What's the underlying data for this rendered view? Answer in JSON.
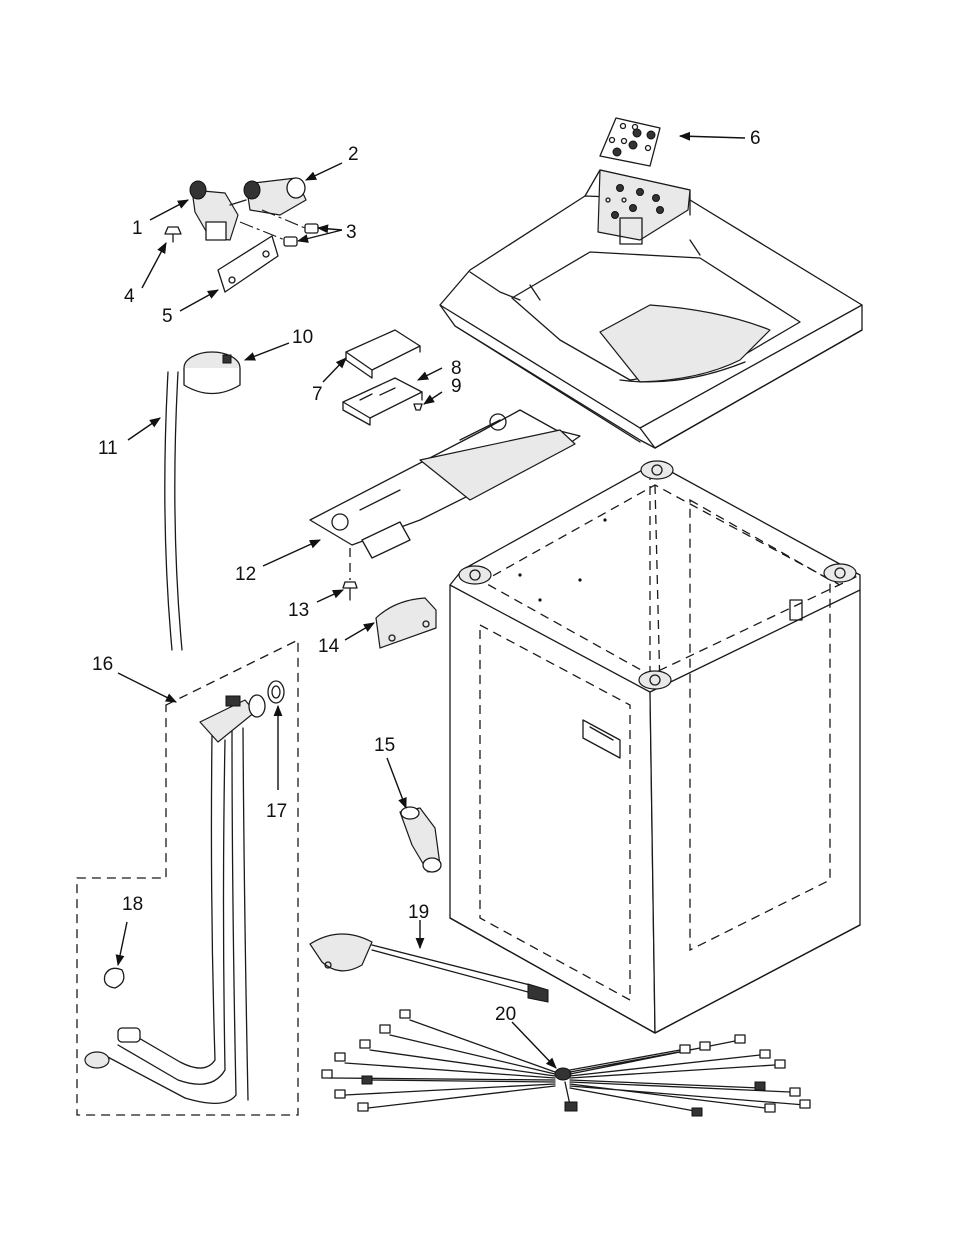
{
  "callouts": [
    {
      "n": "1",
      "label": "1"
    },
    {
      "n": "2",
      "label": "2"
    },
    {
      "n": "3",
      "label": "3"
    },
    {
      "n": "4",
      "label": "4"
    },
    {
      "n": "5",
      "label": "5"
    },
    {
      "n": "6",
      "label": "6"
    },
    {
      "n": "7",
      "label": "7"
    },
    {
      "n": "8",
      "label": "8"
    },
    {
      "n": "9",
      "label": "9"
    },
    {
      "n": "10",
      "label": "10"
    },
    {
      "n": "11",
      "label": "11"
    },
    {
      "n": "12",
      "label": "12"
    },
    {
      "n": "13",
      "label": "13"
    },
    {
      "n": "14",
      "label": "14"
    },
    {
      "n": "15",
      "label": "15"
    },
    {
      "n": "16",
      "label": "16"
    },
    {
      "n": "17",
      "label": "17"
    },
    {
      "n": "18",
      "label": "18"
    },
    {
      "n": "19",
      "label": "19"
    },
    {
      "n": "20",
      "label": "20"
    }
  ],
  "colors": {
    "line": "#1a1a1a",
    "shade": "#e9e9e9",
    "background": "#ffffff"
  }
}
